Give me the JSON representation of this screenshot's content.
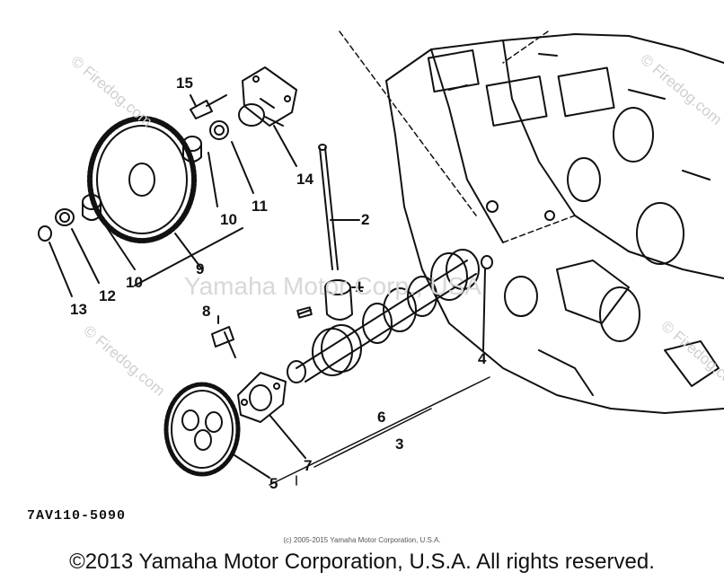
{
  "diagram": {
    "part_code": "7AV110-5090",
    "callouts": [
      "1",
      "2",
      "3",
      "4",
      "5",
      "6",
      "7",
      "8",
      "9",
      "10",
      "10",
      "11",
      "12",
      "13",
      "14",
      "15"
    ],
    "watermarks": {
      "firedog": "© Firedog.com",
      "center": "Yamaha Motor Corp., USA"
    }
  },
  "footer": {
    "small_copyright": "(c) 2005-2015 Yamaha Motor Corporation, U.S.A.",
    "copyright": "©2013 Yamaha Motor Corporation, U.S.A. All rights reserved."
  }
}
